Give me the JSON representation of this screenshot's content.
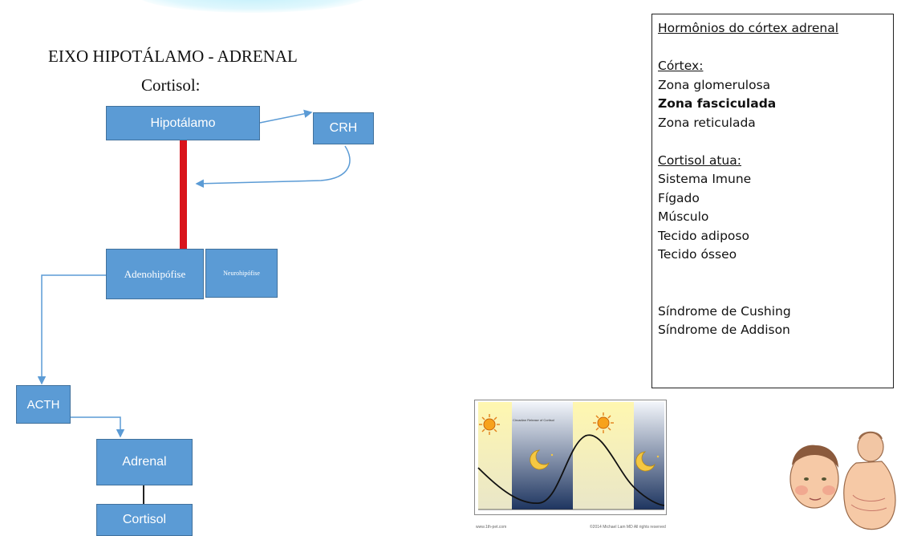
{
  "diagram": {
    "title": "EIXO HIPOTÁLAMO - ADRENAL",
    "subtitle": "Cortisol:",
    "nodes": {
      "hipotalamo": "Hipotálamo",
      "crh": "CRH",
      "adenohipofise": "Adenohipófise",
      "neurohipofise": "Neurohipófise",
      "acth": "ACTH",
      "adrenal": "Adrenal",
      "cortisol": "Cortisol"
    },
    "colors": {
      "box_fill": "#5b9bd5",
      "box_border": "#41719c",
      "arrow": "#5b9bd5",
      "stalk": "#d9141b"
    }
  },
  "panel": {
    "heading": "Hormônios do córtex adrenal",
    "cortex_heading": "Córtex:",
    "zones": [
      "Zona glomerulosa",
      "Zona fasciculada",
      "Zona reticulada"
    ],
    "highlighted_zone": "Zona fasciculada",
    "acts_heading": "Cortisol atua:",
    "targets": [
      "Sistema Imune",
      "Fígado",
      "Músculo",
      "Tecido adiposo",
      "Tecido ósseo"
    ],
    "syndromes": [
      "Síndrome de Cushing",
      "Síndrome de Addison"
    ]
  },
  "circadian_figure": {
    "inner_label": "Circadian Release of Cortisol",
    "footer_left": "www.1th-pet.com",
    "footer_right": "©2014 Michael Lam MD All rights reserved",
    "icons": [
      "sun-icon",
      "moon-icon",
      "sun-icon",
      "moon-icon"
    ]
  },
  "illustration": {
    "icons": [
      "face-icon",
      "obese-man-icon"
    ]
  }
}
